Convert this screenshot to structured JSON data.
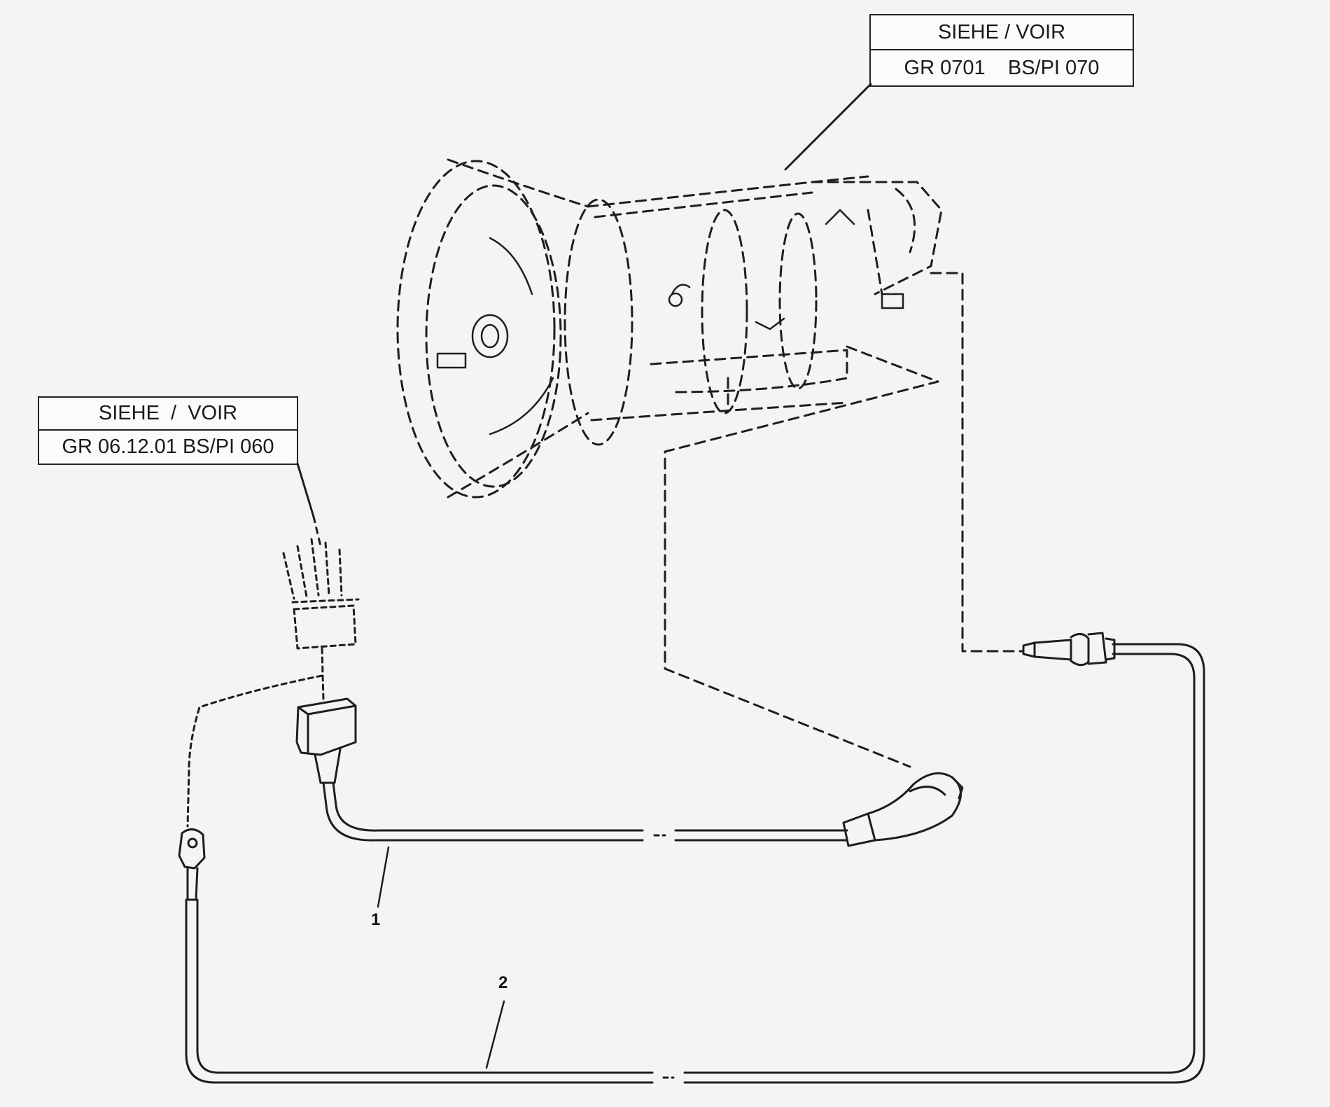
{
  "references": {
    "transmission": {
      "line1": "SIEHE / VOIR",
      "line2": "GR 0701    BS/PI 070"
    },
    "connector": {
      "line1": "SIEHE  /  VOIR",
      "line2": "GR 06.12.01 BS/PI 060"
    }
  },
  "callouts": {
    "cable_1": "1",
    "cable_2": "2"
  },
  "colors": {
    "line": "#1e1e1e",
    "background": "#f4f4f2",
    "box": "#fbfbfa"
  }
}
